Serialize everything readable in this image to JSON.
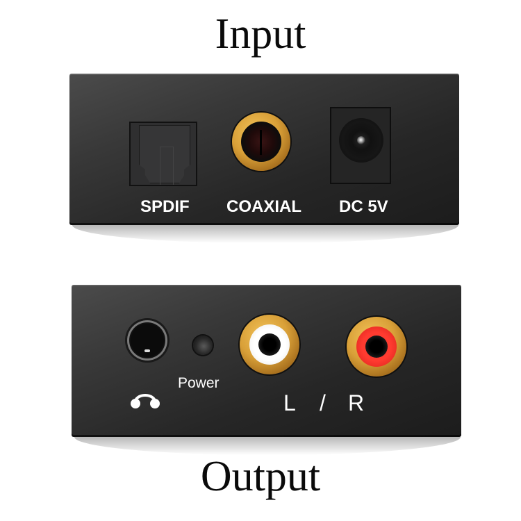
{
  "titles": {
    "top": "Input",
    "bottom": "Output"
  },
  "input_panel": {
    "ports": [
      {
        "id": "spdif",
        "label": "SPDIF",
        "type": "optical-toslink"
      },
      {
        "id": "coaxial",
        "label": "COAXIAL",
        "type": "rca-coax",
        "ring_color": "#d9a038"
      },
      {
        "id": "dc",
        "label": "DC 5V",
        "type": "barrel-power-jack"
      }
    ]
  },
  "output_panel": {
    "headphone": {
      "icon": "headphones-icon",
      "type": "3.5mm-jack"
    },
    "power_led": {
      "label": "Power"
    },
    "rca": {
      "left": {
        "label": "L",
        "insulator_color": "#ffffff"
      },
      "separator": "/",
      "right": {
        "label": "R",
        "insulator_color": "#ff3b30"
      }
    }
  },
  "colors": {
    "panel_light": "#4b4b4b",
    "panel_dark": "#1c1c1c",
    "gold": "#d9a038",
    "background": "#ffffff"
  }
}
